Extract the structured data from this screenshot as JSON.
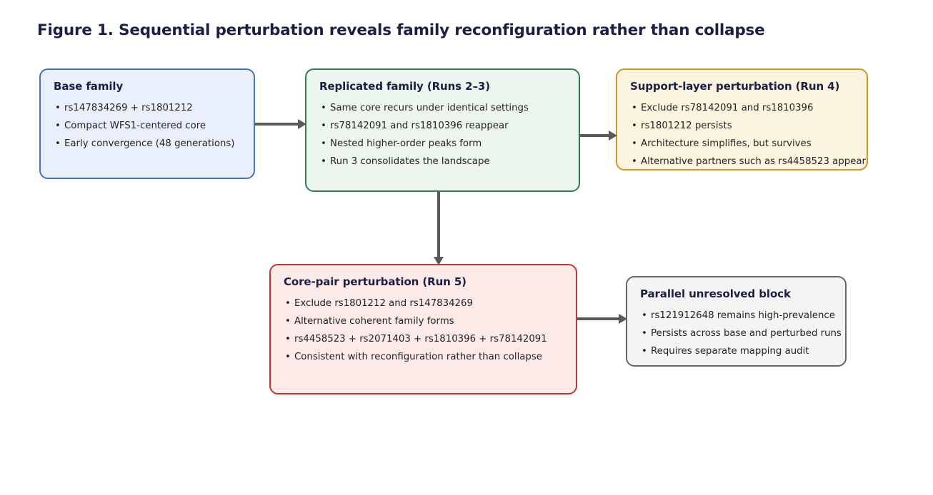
{
  "figure": {
    "title": "Figure 1. Sequential perturbation reveals family reconfiguration rather than collapse"
  },
  "colors": {
    "title_text": "#1b1f45",
    "body_text": "#242424",
    "arrow": "#5a5a5a",
    "base_border": "#4472c4",
    "base_fill": "#eaf0fb",
    "replicated_border": "#2e7d4f",
    "replicated_fill": "#ecf6ee",
    "support_border": "#c89a22",
    "support_fill": "#fdf4e0",
    "corepair_border": "#c0392b",
    "corepair_fill": "#fbeae8",
    "parallel_border": "#666666",
    "parallel_fill": "#f4f4f4"
  },
  "nodes": {
    "base": {
      "title": "Base family",
      "items": [
        "rs147834269 + rs1801212",
        "Compact WFS1-centered core",
        "Early convergence (48 generations)"
      ]
    },
    "replicated": {
      "title": "Replicated family (Runs 2–3)",
      "items": [
        "Same core recurs under identical settings",
        "rs78142091 and rs1810396 reappear",
        "Nested higher-order peaks form",
        "Run 3 consolidates the landscape"
      ]
    },
    "support": {
      "title": "Support-layer perturbation (Run 4)",
      "items": [
        "Exclude rs78142091 and rs1810396",
        "rs1801212 persists",
        "Architecture simplifies, but survives",
        "Alternative partners such as rs4458523 appear"
      ]
    },
    "corepair": {
      "title": "Core-pair perturbation (Run 5)",
      "items": [
        "Exclude rs1801212 and rs147834269",
        "Alternative coherent family forms",
        "rs4458523 + rs2071403 + rs1810396 + rs78142091",
        "Consistent with reconfiguration rather than collapse"
      ]
    },
    "parallel": {
      "title": "Parallel unresolved block",
      "items": [
        "rs121912648 remains high-prevalence",
        "Persists across base and perturbed runs",
        "Requires separate mapping audit"
      ]
    }
  },
  "arrows": [
    {
      "name": "base-to-replicated",
      "direction": "right"
    },
    {
      "name": "replicated-to-support",
      "direction": "right"
    },
    {
      "name": "replicated-to-corepair",
      "direction": "down"
    },
    {
      "name": "corepair-to-parallel",
      "direction": "right"
    }
  ]
}
